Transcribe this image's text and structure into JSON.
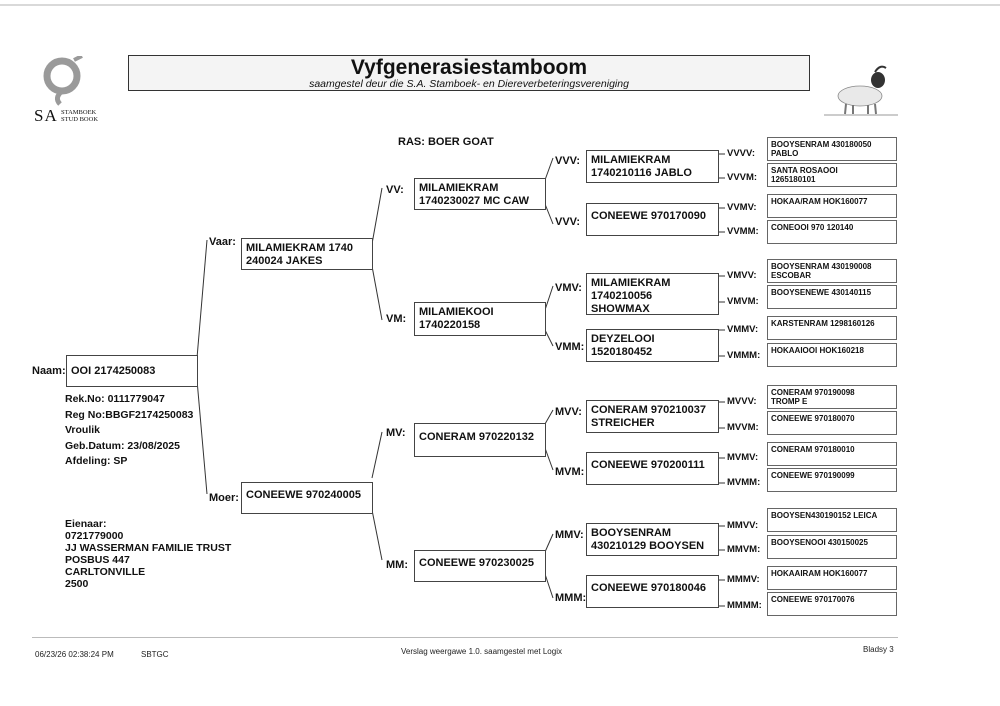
{
  "header": {
    "title": "Vyfgenerasiestamboom",
    "subtitle": "saamgestel deur die S.A. Stamboek- en Diereverbeteringsvereniging",
    "logo_sa": "SA",
    "logo_line1": "STAMBOEK",
    "logo_line2": "STUD BOOK"
  },
  "ras": "RAS: BOER GOAT",
  "animal": {
    "naam_label": "Naam:",
    "naam": "OOI 2174250083",
    "rek": "Rek.No: 0111779047",
    "reg": "Reg No:BBGF2174250083",
    "sex": "Vroulik",
    "geb": "Geb.Datum: 23/08/2025",
    "afdeling": "Afdeling: SP"
  },
  "owner": {
    "label": "Eienaar:",
    "phone": "0721779000",
    "name": "JJ WASSERMAN FAMILIE TRUST",
    "box": "POSBUS 447",
    "town": "CARLTONVILLE",
    "code": "2500"
  },
  "gen1": [
    {
      "label": "Vaar:",
      "name": "MILAMIEKRAM 1740\n240024 JAKES"
    },
    {
      "label": "Moer:",
      "name": "CONEEWE 970240005"
    }
  ],
  "gen2": [
    {
      "label": "VV:",
      "name": "MILAMIEKRAM\n1740230027 MC CAW"
    },
    {
      "label": "VM:",
      "name": "MILAMIEKOOI\n1740220158"
    },
    {
      "label": "MV:",
      "name": "CONERAM 970220132"
    },
    {
      "label": "MM:",
      "name": "CONEEWE 970230025"
    }
  ],
  "gen3": [
    {
      "label": "VVV:",
      "name": "MILAMIEKRAM\n1740210116 JABLO"
    },
    {
      "label": "VVV:",
      "name": "CONEEWE 970170090"
    },
    {
      "label": "VMV:",
      "name": "MILAMIEKRAM\n1740210056\nSHOWMAX"
    },
    {
      "label": "VMM:",
      "name": "DEYZELOOI\n1520180452"
    },
    {
      "label": "MVV:",
      "name": "CONERAM 970210037\nSTREICHER"
    },
    {
      "label": "MVM:",
      "name": "CONEEWE 970200111"
    },
    {
      "label": "MMV:",
      "name": "BOOYSENRAM\n430210129 BOOYSEN"
    },
    {
      "label": "MMM:",
      "name": "CONEEWE 970180046"
    }
  ],
  "gen4": [
    {
      "label": "VVVV:",
      "name": "BOOYSENRAM 430180050\nPABLO"
    },
    {
      "label": "VVVM:",
      "name": "SANTA ROSAOOI\n1265180101"
    },
    {
      "label": "VVMV:",
      "name": "HOKAA/RAM HOK160077"
    },
    {
      "label": "VVMM:",
      "name": "CONEOOI 970 120140"
    },
    {
      "label": "VMVV:",
      "name": "BOOYSENRAM 430190008\nESCOBAR"
    },
    {
      "label": "VMVM:",
      "name": "BOOYSENEWE 430140115"
    },
    {
      "label": "VMMV:",
      "name": "KARSTENRAM 1298160126"
    },
    {
      "label": "VMMM:",
      "name": "HOKAAIOOI HOK160218"
    },
    {
      "label": "MVVV:",
      "name": "CONERAM 970190098\nTROMP E"
    },
    {
      "label": "MVVM:",
      "name": "CONEEWE 970180070"
    },
    {
      "label": "MVMV:",
      "name": "CONERAM 970180010"
    },
    {
      "label": "MVMM:",
      "name": "CONEEWE 970190099"
    },
    {
      "label": "MMVV:",
      "name": "BOOYSEN430190152 LEICA"
    },
    {
      "label": "MMVM:",
      "name": "BOOYSENOOI 430150025"
    },
    {
      "label": "MMMV:",
      "name": "HOKAAIRAM HOK160077"
    },
    {
      "label": "MMMM:",
      "name": "CONEEWE 970170076"
    }
  ],
  "footer": {
    "datetime": "06/23/26 02:38:24 PM",
    "code": "SBTGC",
    "center": "Verslag weergawe 1.0. saamgestel met Logix",
    "page": "Bladsy 3"
  }
}
